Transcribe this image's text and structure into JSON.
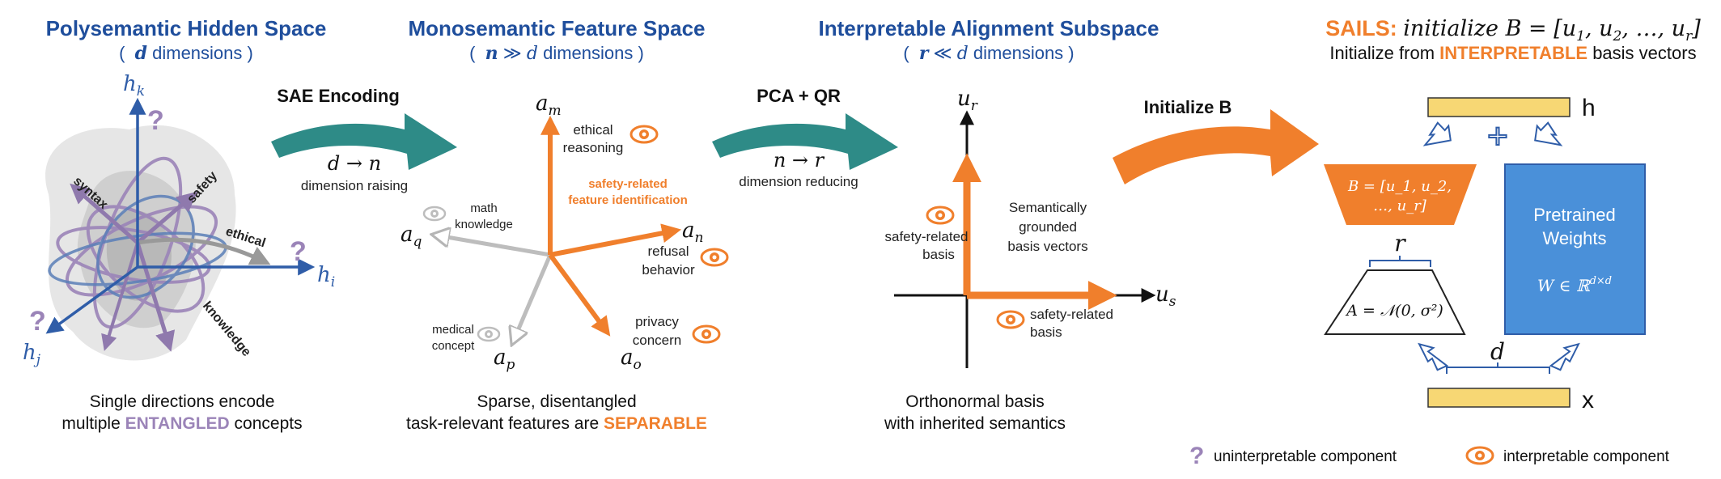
{
  "panels": [
    {
      "title": "Polysemantic Hidden Space",
      "subtitle_open": "(",
      "subtitle_var": "d",
      "subtitle_rest": " dimensions )",
      "caption_line1": "Single directions encode",
      "caption_line2_pre": "multiple ",
      "caption_line2_emph": "ENTANGLED",
      "caption_line2_post": " concepts",
      "axes": {
        "hk": "h",
        "hk_sub": "k",
        "hi": "h",
        "hi_sub": "i",
        "hj": "h",
        "hj_sub": "j"
      },
      "concept_labels": [
        "syntax",
        "safety",
        "ethical",
        "knowledge"
      ],
      "question_marks": [
        "?",
        "?",
        "?"
      ]
    },
    {
      "title": "Monosemantic Feature Space",
      "subtitle_open": "(",
      "subtitle_var": "n",
      "subtitle_rel": " ≫ ",
      "subtitle_var2": "d",
      "subtitle_rest": " dimensions )",
      "caption_line1": "Sparse, disentangled",
      "caption_line2_pre": "task-relevant features are ",
      "caption_line2_emph": "SEPARABLE",
      "axes": {
        "am": "a",
        "am_sub": "m",
        "an": "a",
        "an_sub": "n",
        "aq": "a",
        "aq_sub": "q",
        "ap": "a",
        "ap_sub": "p",
        "ao": "a",
        "ao_sub": "o"
      },
      "feature_labels": {
        "ethical_1": "ethical",
        "ethical_2": "reasoning",
        "math_1": "math",
        "math_2": "knowledge",
        "refusal_1": "refusal",
        "refusal_2": "behavior",
        "medical_1": "medical",
        "medical_2": "concept",
        "privacy_1": "privacy",
        "privacy_2": "concern",
        "identify_1": "safety-related",
        "identify_2": "feature identification"
      }
    },
    {
      "title": "Interpretable Alignment Subspace",
      "subtitle_open": "(",
      "subtitle_var": "r",
      "subtitle_rel": " ≪ ",
      "subtitle_var2": "d",
      "subtitle_rest": " dimensions )",
      "caption_line1": "Orthonormal basis",
      "caption_line2": "with inherited semantics",
      "axes": {
        "ur": "u",
        "ur_sub": "r",
        "us": "u",
        "us_sub": "s"
      },
      "labels": {
        "safety_basis_v_1": "safety-related",
        "safety_basis_v_2": "basis",
        "grounded_1": "Semantically",
        "grounded_2": "grounded",
        "grounded_3": "basis vectors",
        "safety_basis_h_1": "safety-related",
        "safety_basis_h_2": "basis"
      }
    },
    {
      "title_emph": "SAILS:",
      "title_math": " initialize B = [u",
      "title_math_sub1": "1",
      "title_math_mid": ", u",
      "title_math_sub2": "2",
      "title_math_end": ", …, u",
      "title_math_sub3": "r",
      "title_math_close": "]",
      "subtitle_pre": "Initialize from ",
      "subtitle_emph": "INTERPRETABLE",
      "subtitle_post": " basis vectors",
      "h_label": "h",
      "x_label": "x",
      "plus": "+",
      "B_line1": "B = [u_1, u_2,",
      "B_line2": "…, u_r]",
      "r_label": "r",
      "d_label": "d",
      "A_label": "A = 𝒩(0, σ²)",
      "pretrained_1": "Pretrained",
      "pretrained_2": "Weights",
      "W_label": "W ∈ ℝ",
      "W_sup": "d×d"
    }
  ],
  "transitions": [
    {
      "title": "SAE Encoding",
      "formula": "d → n",
      "desc": "dimension raising"
    },
    {
      "title": "PCA + QR",
      "formula": "n → r",
      "desc": "dimension reducing"
    },
    {
      "title": "Initialize B"
    }
  ],
  "legend": {
    "uninterpretable": "uninterpretable component",
    "interpretable": "interpretable component",
    "qmark": "?"
  },
  "colors": {
    "title_blue": "#1f4e9c",
    "axis_blue": "#2f5da8",
    "orange": "#f07f2c",
    "purple": "#9b84b8",
    "teal": "#2e8b87",
    "pretrained_blue": "#4a90d9",
    "yellow": "#f7d774",
    "gray": "#bdbdbd"
  }
}
